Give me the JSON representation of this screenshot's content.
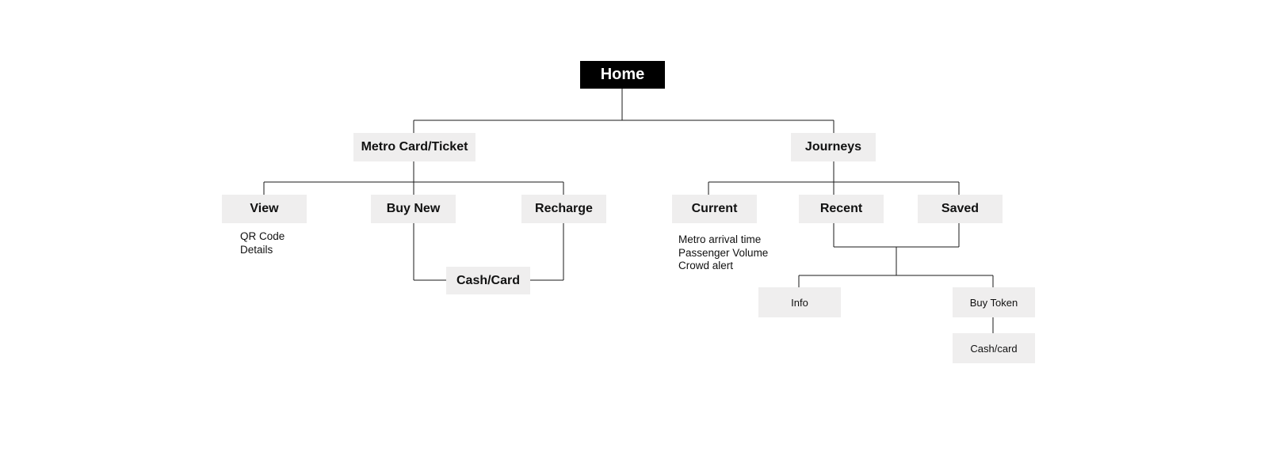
{
  "diagram": {
    "root": {
      "label": "Home"
    },
    "nodes": {
      "metro_card": "Metro Card/Ticket",
      "journeys": "Journeys",
      "view": "View",
      "buy_new": "Buy New",
      "recharge": "Recharge",
      "cash_card": "Cash/Card",
      "current": "Current",
      "recent": "Recent",
      "saved": "Saved",
      "info": "Info",
      "buy_token": "Buy Token",
      "cash_card_small": "Cash/card"
    },
    "notes": {
      "view": [
        "QR Code",
        "Details"
      ],
      "current": [
        "Metro arrival time",
        "Passenger Volume",
        "Crowd alert"
      ]
    }
  }
}
